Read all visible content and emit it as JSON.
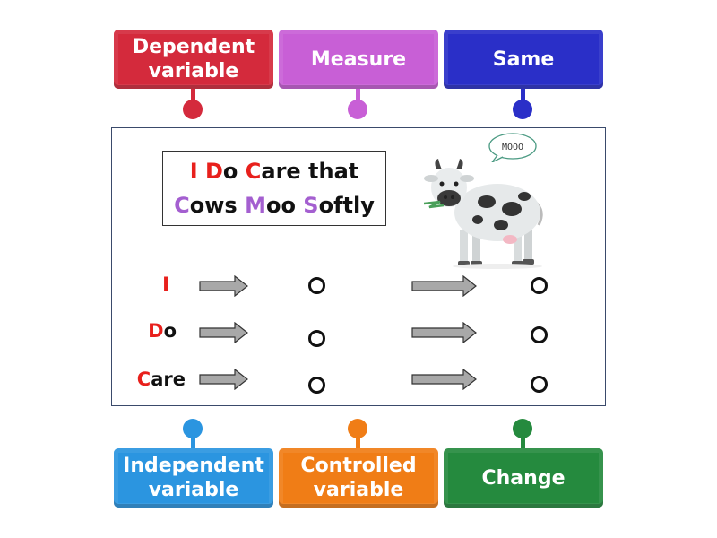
{
  "top_tiles": [
    {
      "label_line1": "Dependent",
      "label_line2": "variable",
      "color": "#d42a3c"
    },
    {
      "label_line1": "Measure",
      "label_line2": "",
      "color": "#c85fd6"
    },
    {
      "label_line1": "Same",
      "label_line2": "",
      "color": "#2a2fc8"
    }
  ],
  "bottom_tiles": [
    {
      "label_line1": "Independent",
      "label_line2": "variable",
      "color": "#2b95e0"
    },
    {
      "label_line1": "Controlled",
      "label_line2": "variable",
      "color": "#f07d16"
    },
    {
      "label_line1": "Change",
      "label_line2": "",
      "color": "#258a3e"
    }
  ],
  "mnemonic": {
    "line1": [
      {
        "text": "I",
        "accent": "red"
      },
      {
        "text": " ",
        "accent": ""
      },
      {
        "text": "D",
        "accent": "red"
      },
      {
        "text": "o ",
        "accent": ""
      },
      {
        "text": "C",
        "accent": "red"
      },
      {
        "text": "are that",
        "accent": ""
      }
    ],
    "line2": [
      {
        "text": "C",
        "accent": "purple"
      },
      {
        "text": "ows ",
        "accent": ""
      },
      {
        "text": "M",
        "accent": "purple"
      },
      {
        "text": "oo ",
        "accent": ""
      },
      {
        "text": "S",
        "accent": "purple"
      },
      {
        "text": "oftly",
        "accent": ""
      }
    ]
  },
  "speech_bubble": "MOOO",
  "rows": [
    {
      "initial": "I",
      "rest": ""
    },
    {
      "initial": "D",
      "rest": "o"
    },
    {
      "initial": "C",
      "rest": "are"
    }
  ],
  "colors": {
    "accent_red": "#e8201c",
    "accent_purple": "#a45fd0"
  }
}
